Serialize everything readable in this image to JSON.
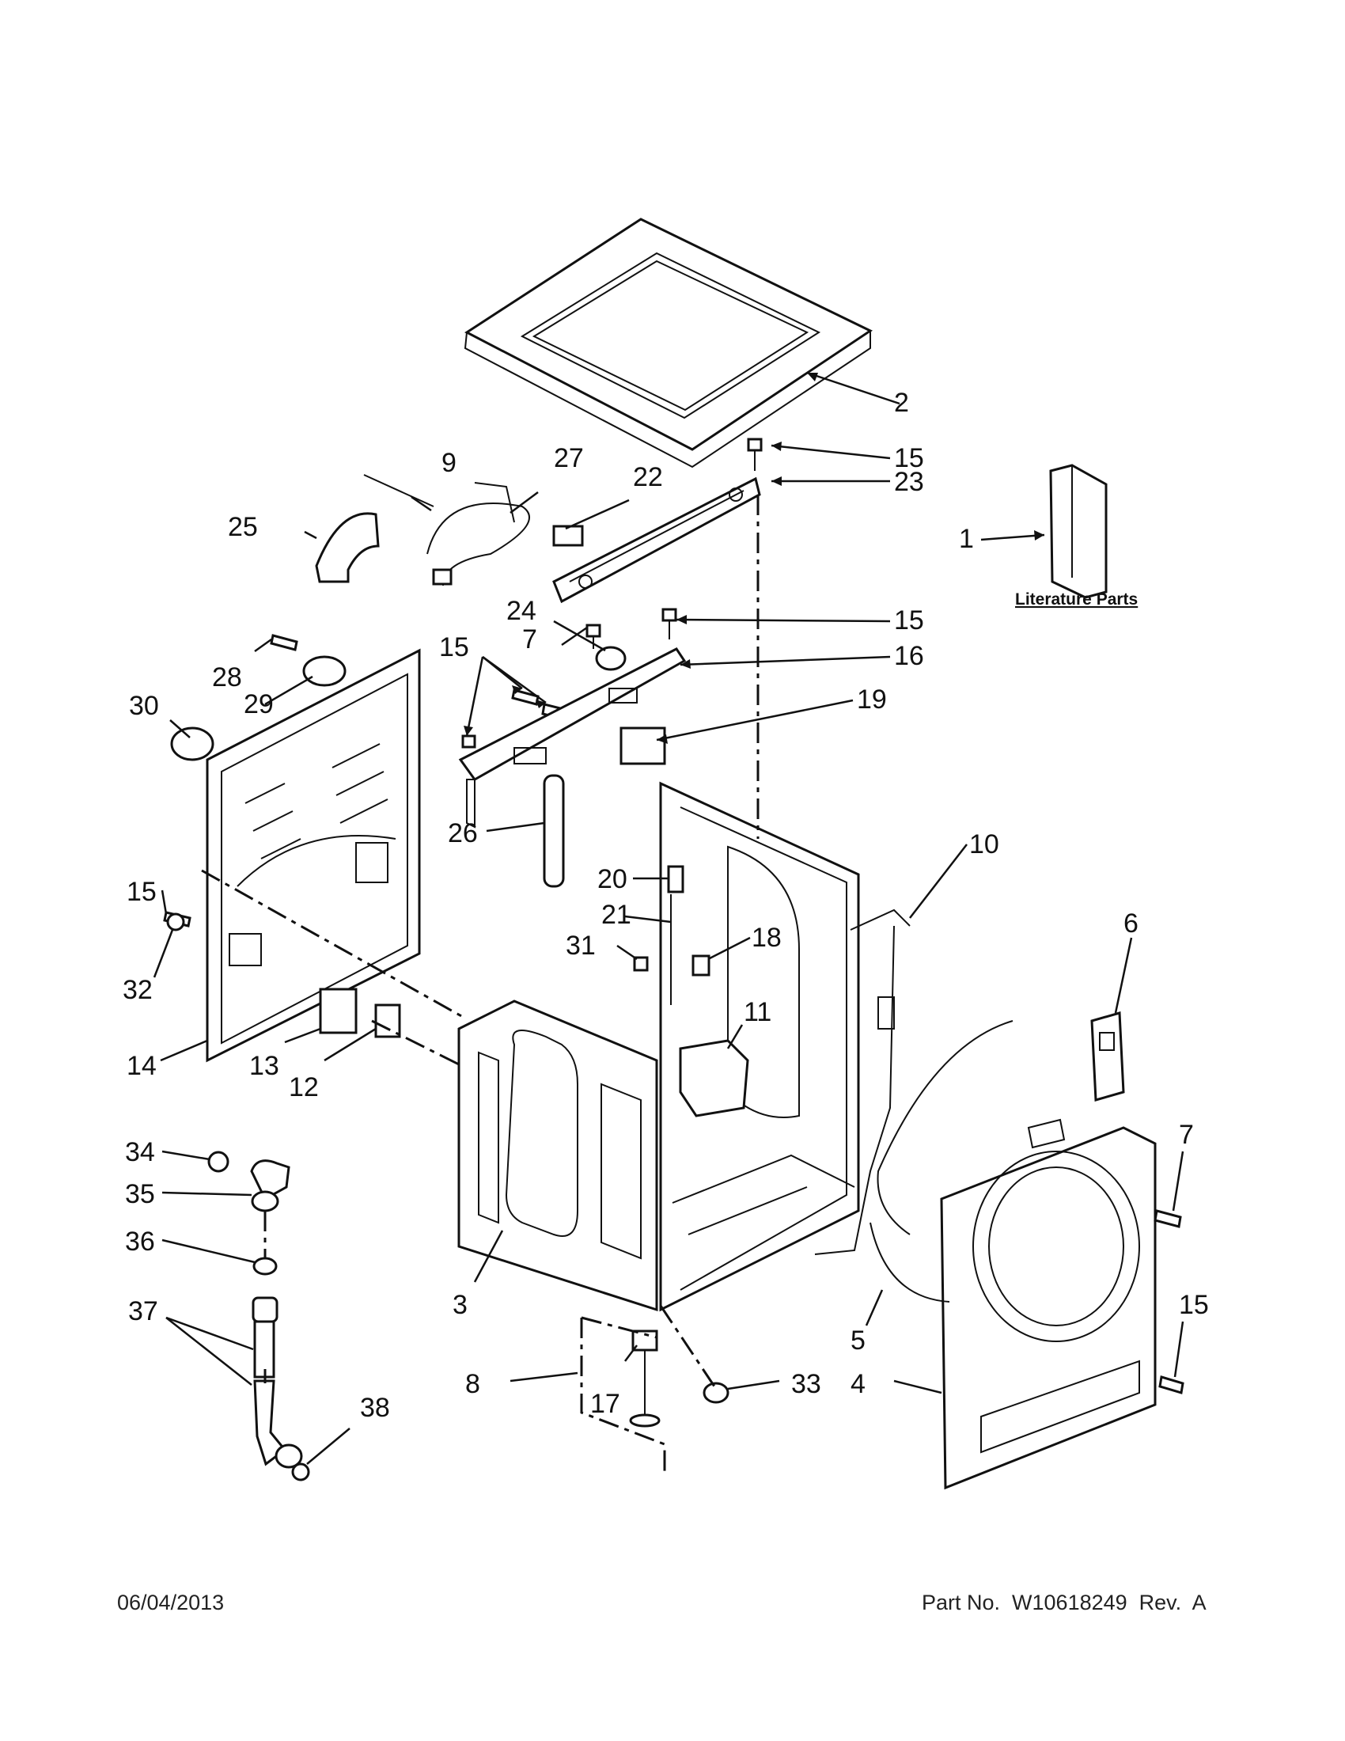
{
  "literature_label": "Literature Parts",
  "footer": {
    "date": "06/04/2013",
    "part_number": "Part No.  W10618249  Rev.  A"
  },
  "callouts": {
    "c1": "1",
    "c2": "2",
    "c3": "3",
    "c4": "4",
    "c5": "5",
    "c6": "6",
    "c7a": "7",
    "c7b": "7",
    "c8": "8",
    "c9": "9",
    "c10": "10",
    "c11": "11",
    "c12": "12",
    "c13": "13",
    "c14": "14",
    "c15a": "15",
    "c15b": "15",
    "c15c": "15",
    "c15d": "15",
    "c15e": "15",
    "c16": "16",
    "c17": "17",
    "c18": "18",
    "c19": "19",
    "c20": "20",
    "c21": "21",
    "c22": "22",
    "c23": "23",
    "c24": "24",
    "c25": "25",
    "c26": "26",
    "c27": "27",
    "c28": "28",
    "c29": "29",
    "c30": "30",
    "c31": "31",
    "c32": "32",
    "c33": "33",
    "c34": "34",
    "c35": "35",
    "c36": "36",
    "c37": "37",
    "c38": "38"
  }
}
